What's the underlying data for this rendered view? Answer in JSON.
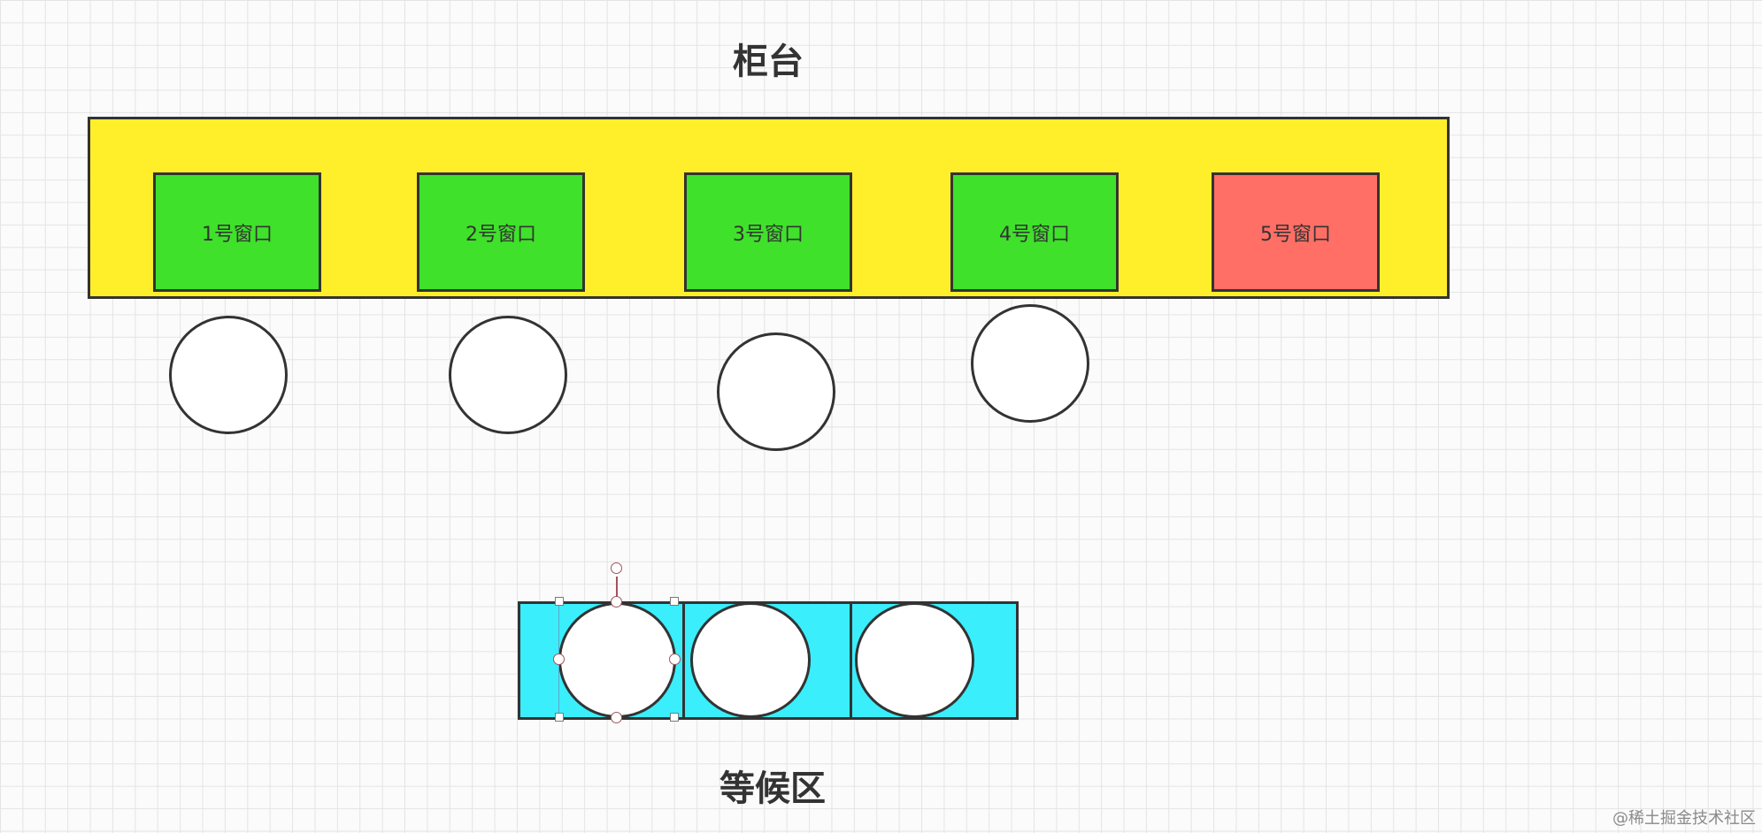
{
  "diagram": {
    "counter_title": "柜台",
    "waiting_title": "等候区",
    "windows": [
      {
        "label": "1号窗口",
        "color": "#3fe12a"
      },
      {
        "label": "2号窗口",
        "color": "#3fe12a"
      },
      {
        "label": "3号窗口",
        "color": "#3fe12a"
      },
      {
        "label": "4号窗口",
        "color": "#3fe12a"
      },
      {
        "label": "5号窗口",
        "color": "#ff6f66"
      }
    ],
    "colors": {
      "counter": "#ffee2a",
      "waiting_area": "#3aeefc",
      "outline": "#333333"
    }
  },
  "watermark": "@稀土掘金技术社区"
}
